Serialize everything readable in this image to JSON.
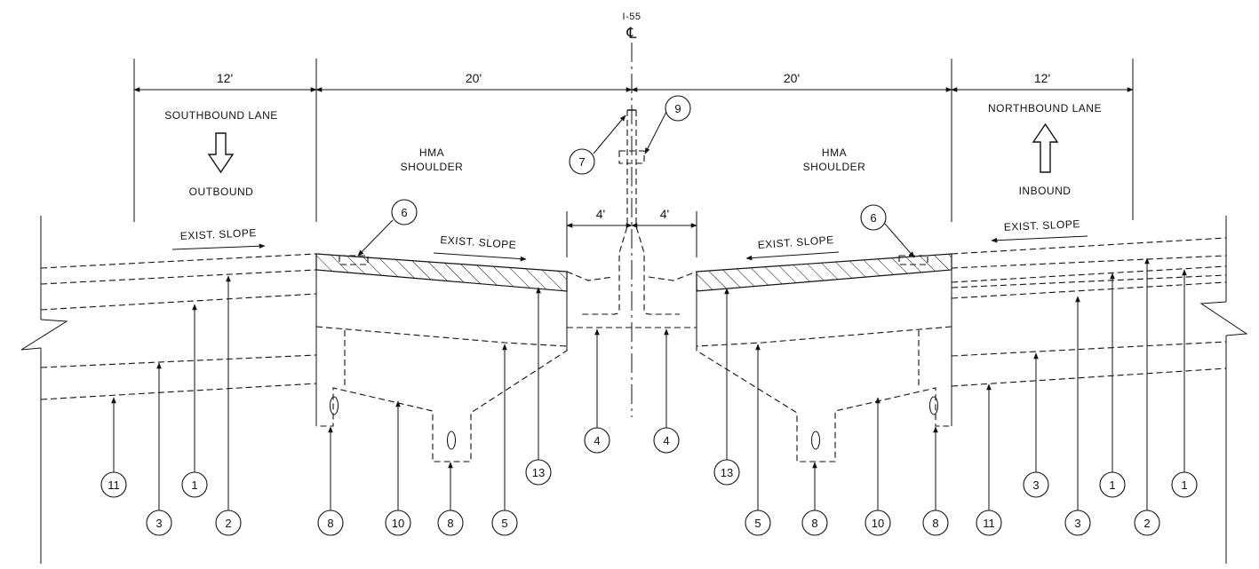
{
  "centerline": {
    "route": "I-55",
    "symbol": "℄"
  },
  "dimensions": {
    "left_lane": "12'",
    "left_shoulder": "20'",
    "right_shoulder": "20'",
    "right_lane": "12'",
    "left_barrier": "4'",
    "right_barrier": "4'"
  },
  "southbound": {
    "name": "SOUTHBOUND LANE",
    "direction": "OUTBOUND"
  },
  "northbound": {
    "name": "NORTHBOUND LANE",
    "direction": "INBOUND"
  },
  "shoulders": {
    "left": [
      "HMA",
      "SHOULDER"
    ],
    "right": [
      "HMA",
      "SHOULDER"
    ]
  },
  "slope_labels": {
    "label": "EXIST. SLOPE"
  },
  "callouts": {
    "top": [
      "7",
      "9",
      "6",
      "6"
    ],
    "row1": [
      "11",
      "1",
      "13",
      "4",
      "4",
      "13",
      "3",
      "1",
      "1"
    ],
    "row2": [
      "3",
      "2",
      "8",
      "10",
      "8",
      "5",
      "5",
      "8",
      "10",
      "8",
      "11",
      "3",
      "2"
    ]
  }
}
